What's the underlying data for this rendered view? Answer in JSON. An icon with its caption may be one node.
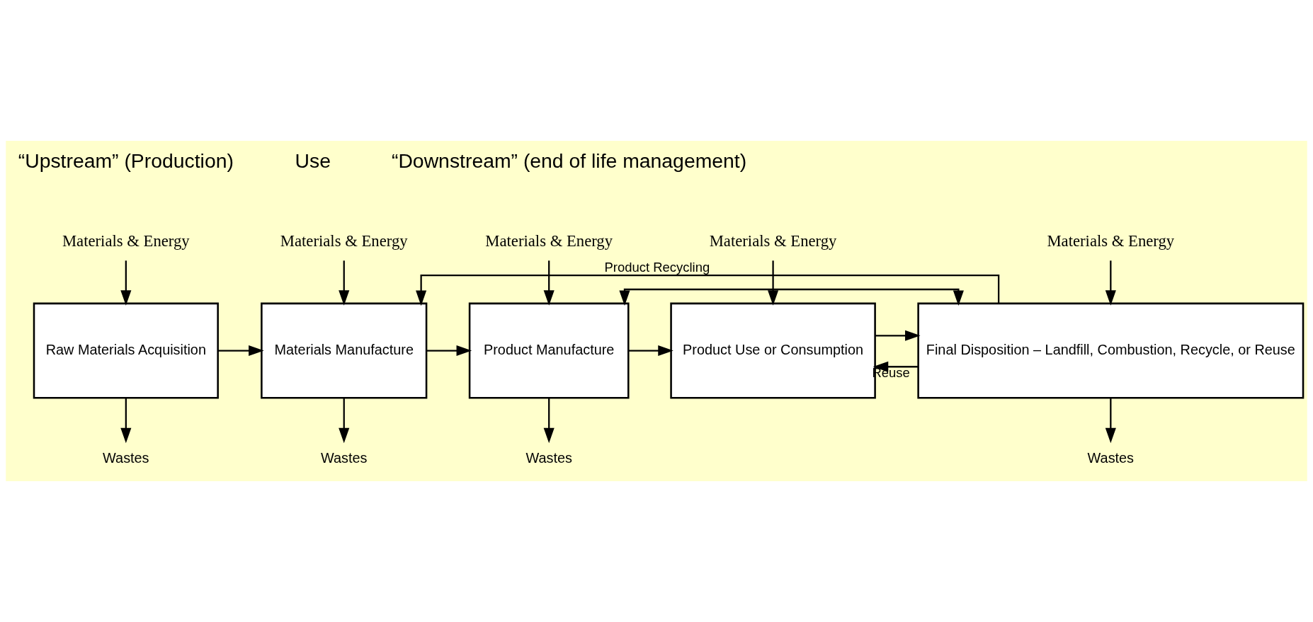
{
  "diagram": {
    "nodes": [
      {
        "text": [
          "Materials & Energy"
        ]
      },
      {
        "text": [
          "Materials & Energy"
        ]
      },
      {
        "text": [
          "Materials & Energy"
        ]
      },
      {
        "text": [
          "Materials & Energy"
        ]
      },
      {
        "text": [
          "Materials & Energy"
        ]
      },
      {
        "text": [
          "Raw Materials Acquisition"
        ]
      },
      {
        "text": [
          "Materials Manufacture"
        ]
      },
      {
        "text": [
          "Product Manufacture"
        ]
      },
      {
        "text": [
          "Product Use or Consumption"
        ]
      },
      {
        "text": [
          "Final Disposition – Landfill, Combustion, Recycle, or Reuse"
        ]
      },
      {
        "text": [
          "Wastes"
        ]
      },
      {
        "text": [
          "Wastes"
        ]
      },
      {
        "text": [
          "Wastes"
        ]
      },
      {
        "text": [
          "Wastes"
        ]
      }
    ],
    "edges": [
      {
        "from": 0,
        "to": 5,
        "arrow": "to"
      },
      {
        "from": 1,
        "to": 6,
        "arrow": "to"
      },
      {
        "from": 2,
        "to": 7,
        "arrow": "to"
      },
      {
        "from": 3,
        "to": 8,
        "arrow": "to"
      },
      {
        "from": 4,
        "to": 9,
        "arrow": "to"
      },
      {
        "from": 5,
        "to": 6,
        "arrow": "to"
      },
      {
        "from": 6,
        "to": 7,
        "arrow": "to"
      },
      {
        "from": 7,
        "to": 8,
        "arrow": "to"
      },
      {
        "from": 8,
        "to": 9,
        "arrow": "to"
      },
      {
        "from": 5,
        "to": 10,
        "arrow": "to"
      },
      {
        "from": 6,
        "to": 11,
        "arrow": "to"
      },
      {
        "from": 7,
        "to": 12,
        "arrow": "to"
      },
      {
        "from": 9,
        "to": 13,
        "arrow": "to"
      },
      {
        "from": 9,
        "to": 8,
        "arrow": "to",
        "label": "Reuse"
      },
      {
        "from": 9,
        "to": 6,
        "arrow": "to",
        "label": "Product Recycling"
      },
      {
        "from": 9,
        "to": 7,
        "arrow": "both"
      }
    ],
    "labels": [
      "“Upstream” (Production)",
      "Use",
      "“Downstream” (end of life management)"
    ]
  }
}
